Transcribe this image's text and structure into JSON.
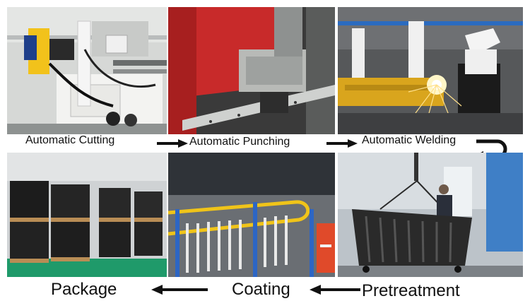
{
  "steps": {
    "cutting": "Automatic Cutting",
    "punching": "Automatic Punching",
    "welding": "Automatic Welding",
    "pretreatment": "Pretreatment",
    "coating": "Coating",
    "package": "Package"
  }
}
